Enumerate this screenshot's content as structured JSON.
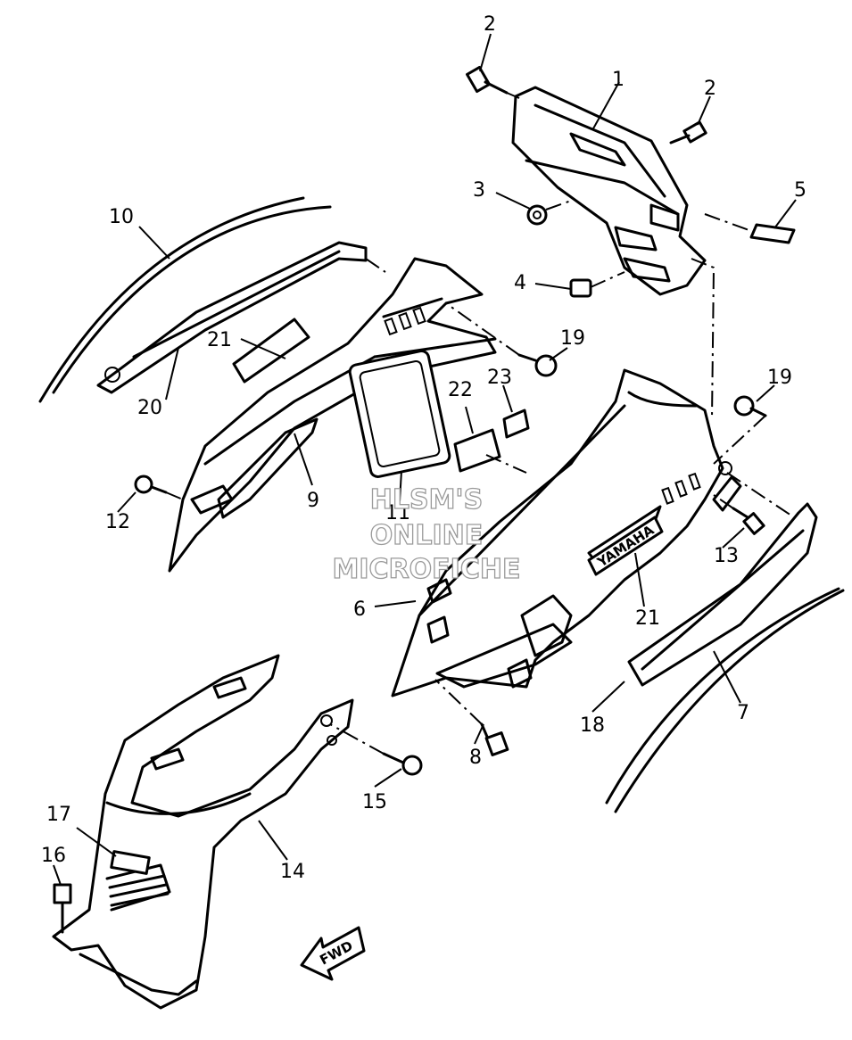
{
  "callouts": [
    "1",
    "2",
    "2",
    "3",
    "4",
    "5",
    "6",
    "7",
    "8",
    "9",
    "10",
    "11",
    "12",
    "13",
    "14",
    "15",
    "16",
    "17",
    "18",
    "19",
    "19",
    "20",
    "21",
    "21",
    "22",
    "23"
  ],
  "watermark": [
    "HLSM'S",
    "ONLINE",
    "MICROFICHE"
  ],
  "brand_decal": "YAMAHA",
  "fwd_label": "FWD"
}
